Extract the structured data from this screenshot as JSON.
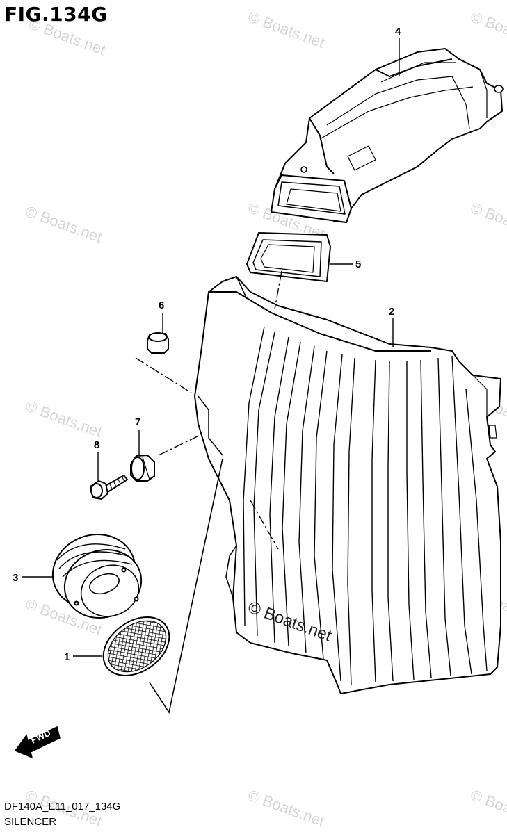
{
  "figure": {
    "title": "FIG.134G",
    "code": "DF140A_E11_017_134G",
    "name": "SILENCER"
  },
  "callouts": [
    {
      "id": "1",
      "label": "1"
    },
    {
      "id": "2",
      "label": "2"
    },
    {
      "id": "3",
      "label": "3"
    },
    {
      "id": "4",
      "label": "4"
    },
    {
      "id": "5",
      "label": "5"
    },
    {
      "id": "6",
      "label": "6"
    },
    {
      "id": "7",
      "label": "7"
    },
    {
      "id": "8",
      "label": "8"
    }
  ],
  "direction_marker": {
    "label": "FWD"
  },
  "watermark": {
    "text": "© Boats.net"
  }
}
